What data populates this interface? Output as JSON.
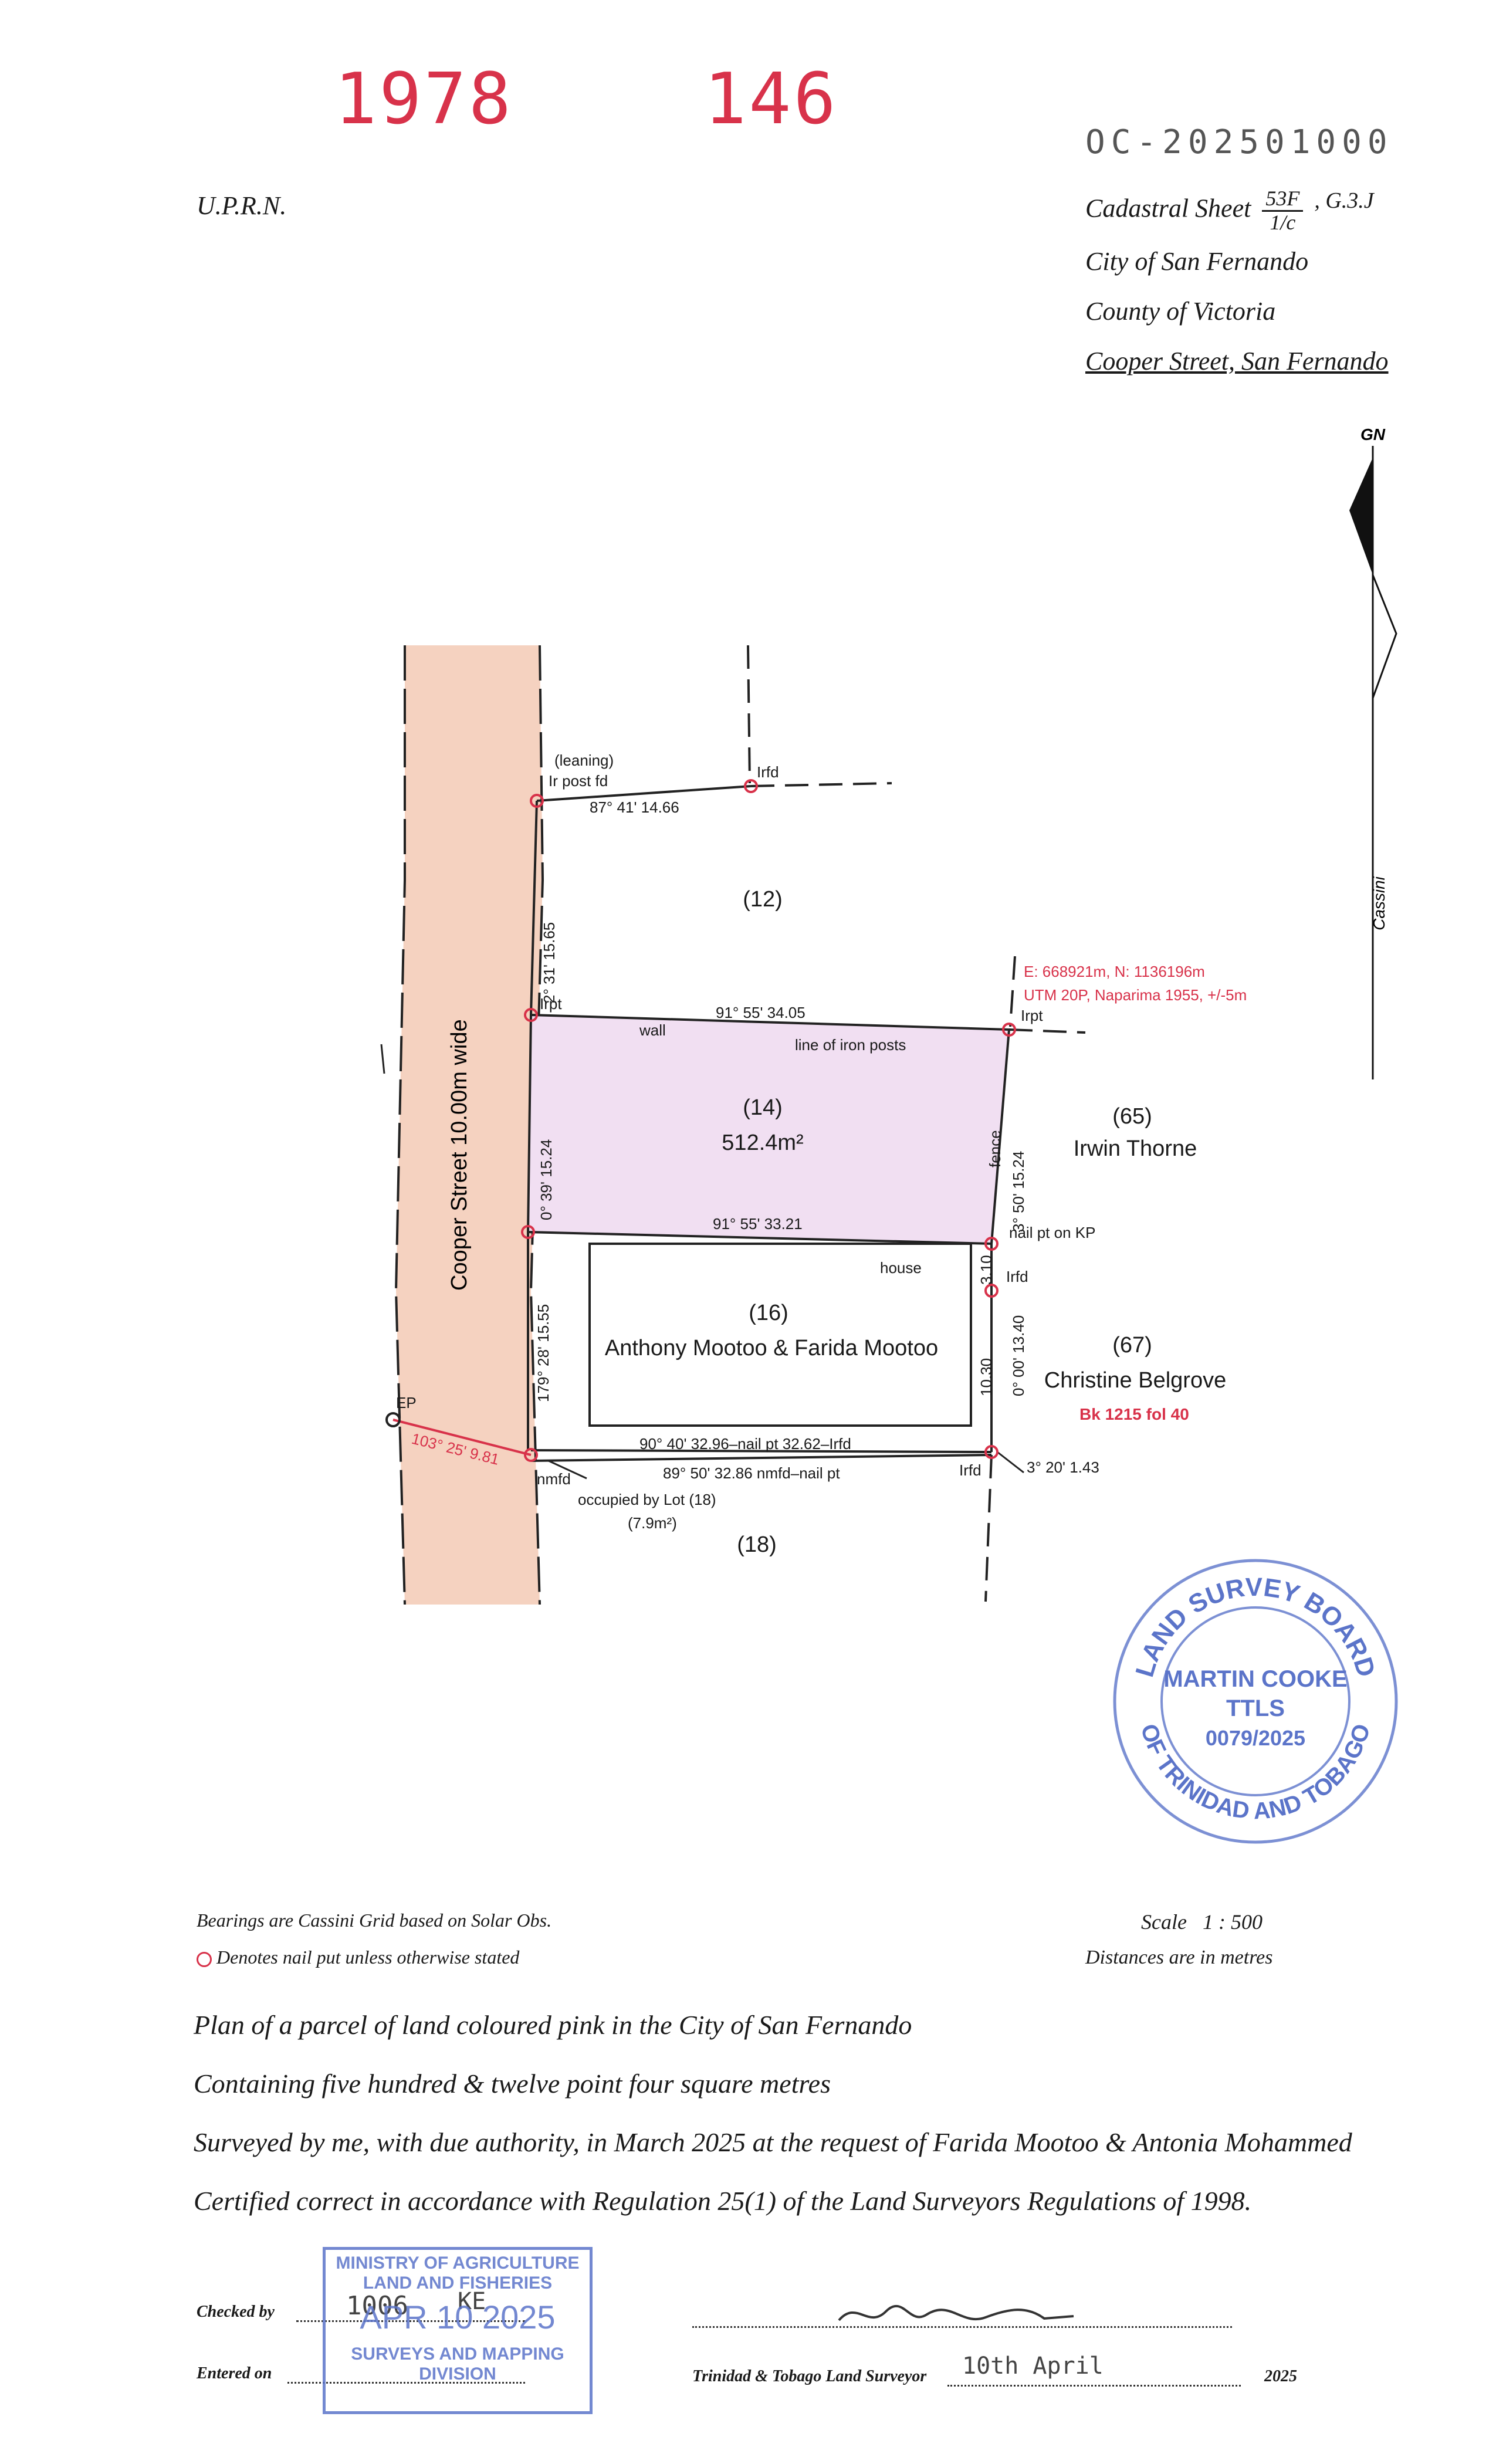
{
  "header": {
    "ref_number_1": "1978",
    "ref_number_2": "146",
    "file_code": "OC-202501000",
    "uprn_label": "U.P.R.N.",
    "cadastral_label": "Cadastral Sheet",
    "cadastral_numerator": "53F",
    "cadastral_denominator": "1/c",
    "cadastral_suffix": ", G.3.J",
    "city": "City of San Fernando",
    "county": "County of Victoria",
    "street": "Cooper Street, San Fernando"
  },
  "north": {
    "gn_label": "GN",
    "cassini_label": "Cassini"
  },
  "plan": {
    "street_label": "Cooper Street 10.00m wide",
    "lots": {
      "lot12": "(12)",
      "lot14": "(14)",
      "lot14_area": "512.4m²",
      "lot16": "(16)",
      "lot16_owner": "Anthony Mootoo & Farida Mootoo",
      "lot18": "(18)",
      "lot65": "(65)",
      "lot65_owner": "Irwin Thorne",
      "lot67": "(67)",
      "lot67_owner": "Christine Belgrove",
      "lot67_ref": "Bk 1215   fol 40"
    },
    "labels": {
      "leaning": "(leaning)",
      "ir_post": "Ir post fd",
      "bearing_top": "87° 41'   14.66",
      "irfd_top": "Irfd",
      "bearing_west_upper": "2° 31'   15.65",
      "irpt_west": "Irpt",
      "wall": "wall",
      "bearing_north": "91° 55'   34.05",
      "line_iron_posts": "line of iron posts",
      "utm_line1": "E: 668921m, N: 1136196m",
      "utm_line2": "UTM 20P, Naparima 1955, +/-5m",
      "irpt_east": "Irpt",
      "bearing_west": "0° 39'   15.24",
      "bearing_east": "3° 50'   15.24",
      "fence": "fence",
      "bearing_south": "91° 55'   33.21",
      "nail_kp": "nail pt on KP",
      "house": "house",
      "dist_310": "3.10",
      "irfd_east": "Irfd",
      "bearing_west_lower": "179° 28'   15.55",
      "dist_1030": "10.30",
      "bearing_east_lower": "0° 00'   13.40",
      "ep": "EP",
      "bearing_ep": "103° 25'   9.81",
      "bearing_s1": "90° 40'   32.96–nail pt 32.62–Irfd",
      "bearing_s2": "89° 50'   32.86 nmfd–nail pt",
      "nmfd": "nmfd",
      "irfd_se": "Irfd",
      "bearing_se": "3° 20'  1.43",
      "occupied": "occupied by Lot (18)",
      "occupied_area": "(7.9m²)"
    }
  },
  "seal": {
    "ring_top": "LAND SURVEY BOARD",
    "ring_bottom": "OF TRINIDAD AND TOBAGO",
    "name": "MARTIN COOKE",
    "title": "TTLS",
    "number": "0079/2025"
  },
  "notes": {
    "bearings": "Bearings are Cassini Grid based on Solar Obs.",
    "nail_note": "Denotes nail put unless otherwise stated",
    "scale_label": "Scale",
    "scale_value": "1 : 500",
    "distances": "Distances are in metres"
  },
  "statement": {
    "line1": "Plan of a parcel of land coloured pink in the City of San Fernando",
    "line2": "Containing five hundred & twelve point four square metres",
    "line3": "Surveyed by me, with due authority, in March 2025 at the request of Farida Mootoo & Antonia Mohammed",
    "line4": "Certified correct in accordance with Regulation 25(1) of the Land Surveyors Regulations of 1998."
  },
  "footer": {
    "checked_by": "Checked by",
    "checked_value": "1006",
    "checked_initials": "KE",
    "entered_on": "Entered on",
    "stamp_line1": "MINISTRY OF AGRICULTURE",
    "stamp_line2": "LAND AND FISHERIES",
    "stamp_date": "APR 10 2025",
    "stamp_line3": "SURVEYS AND MAPPING",
    "stamp_line4": "DIVISION",
    "surveyor_label": "Trinidad & Tobago Land Surveyor",
    "surveyor_date": "10th April",
    "year": "2025"
  },
  "colors": {
    "parcel_fill": "#f1dff2",
    "street_fill": "#f4cdb9",
    "red_annotation": "#d8324a",
    "stamp_blue": "#5b74c9"
  }
}
